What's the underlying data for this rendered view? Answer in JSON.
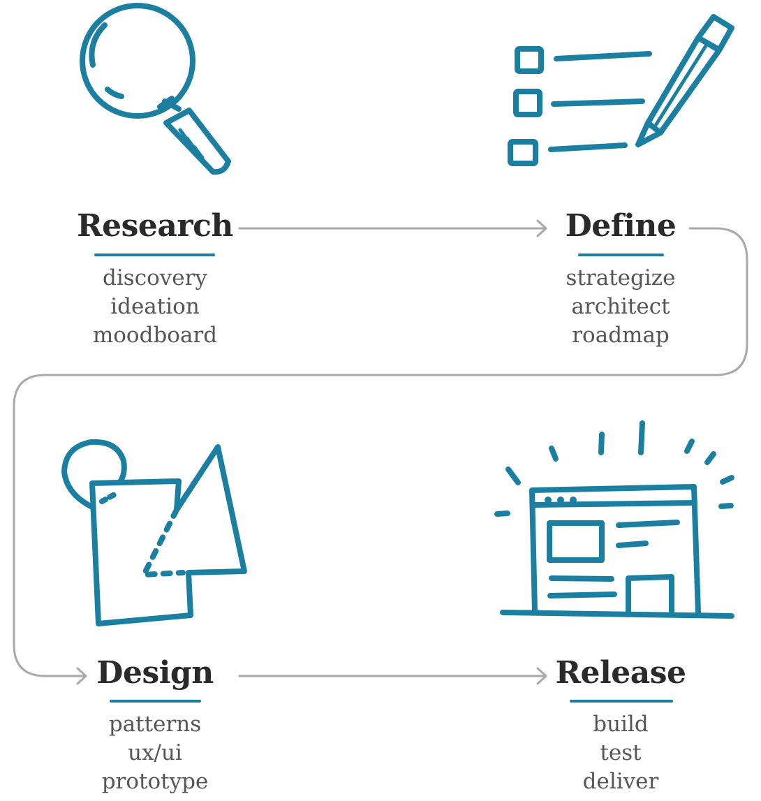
{
  "accent_color": "#1b7fa1",
  "stages": [
    {
      "name": "Research",
      "icon": "magnifying-glass-icon",
      "items": [
        "discovery",
        "ideation",
        "moodboard"
      ]
    },
    {
      "name": "Define",
      "icon": "checklist-pencil-icon",
      "items": [
        "strategize",
        "architect",
        "roadmap"
      ]
    },
    {
      "name": "Design",
      "icon": "shapes-icon",
      "items": [
        "patterns",
        "ux/ui",
        "prototype"
      ]
    },
    {
      "name": "Release",
      "icon": "website-launch-icon",
      "items": [
        "build",
        "test",
        "deliver"
      ]
    }
  ]
}
